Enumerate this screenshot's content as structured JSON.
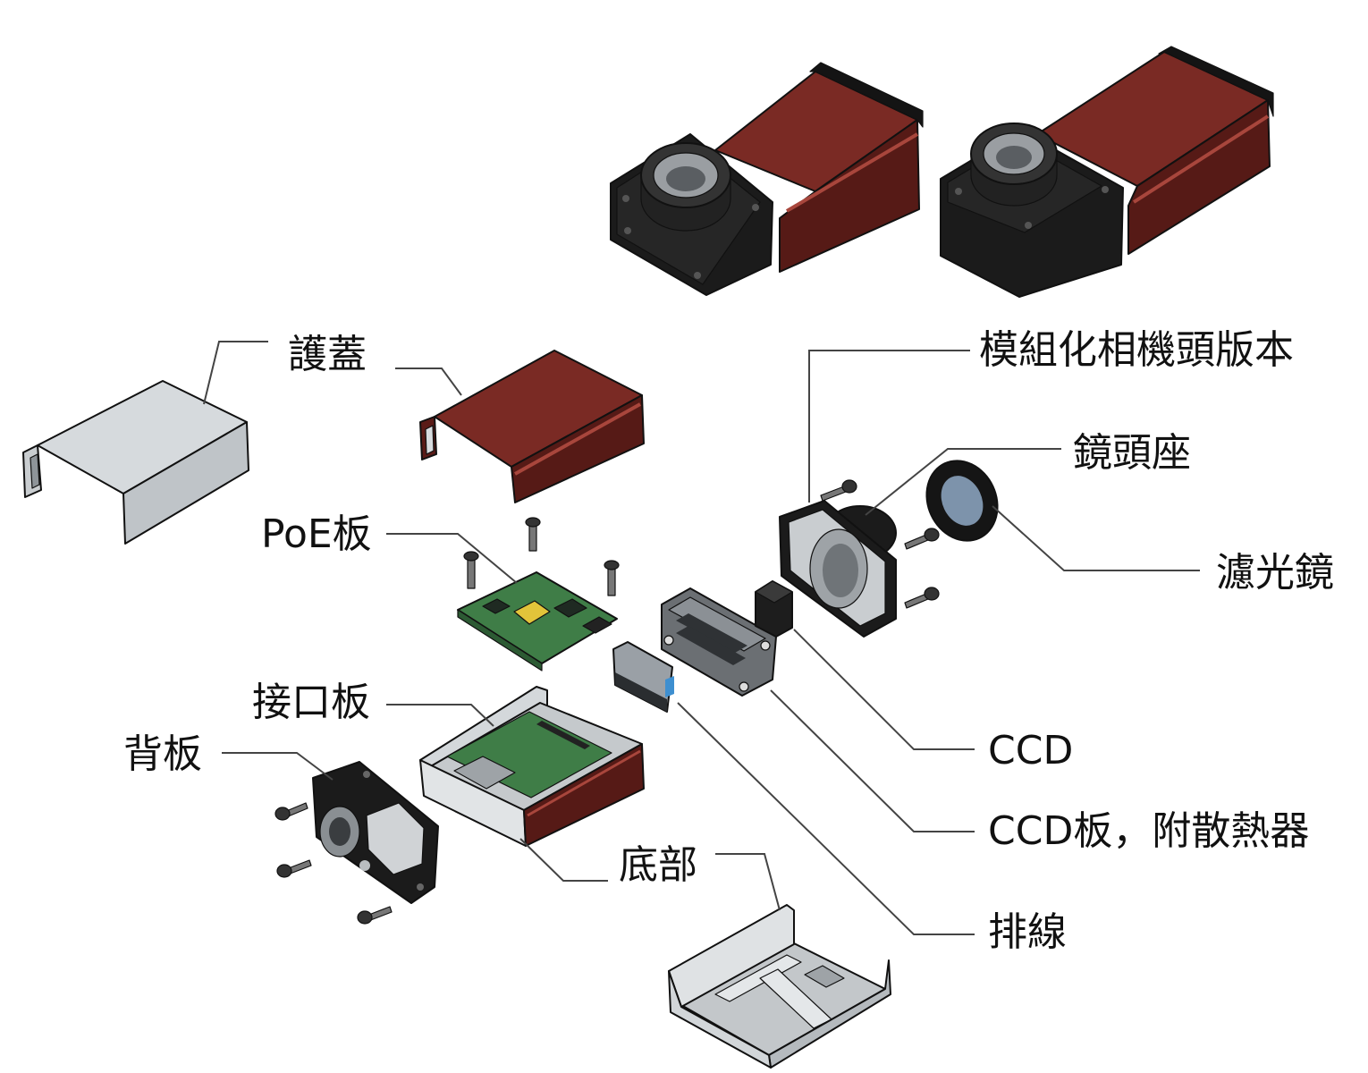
{
  "labels": {
    "protective_cover": "護蓋",
    "poe_board": "PoE板",
    "interface_board": "接口板",
    "back_plate": "背板",
    "bottom": "底部",
    "modular_camera_head": "模組化相機頭版本",
    "lens_mount": "鏡頭座",
    "filter": "濾光鏡",
    "ccd": "CCD",
    "ccd_board": "CCD板，附散熱器",
    "ribbon_cable": "排線"
  },
  "colors": {
    "housing_red_top": "#7a2a24",
    "housing_red_side": "#561a16",
    "black_part": "#1b1b1b",
    "grey_part": "#d6dadd",
    "pcb_green": "#3f7d47",
    "leader": "#444444"
  }
}
